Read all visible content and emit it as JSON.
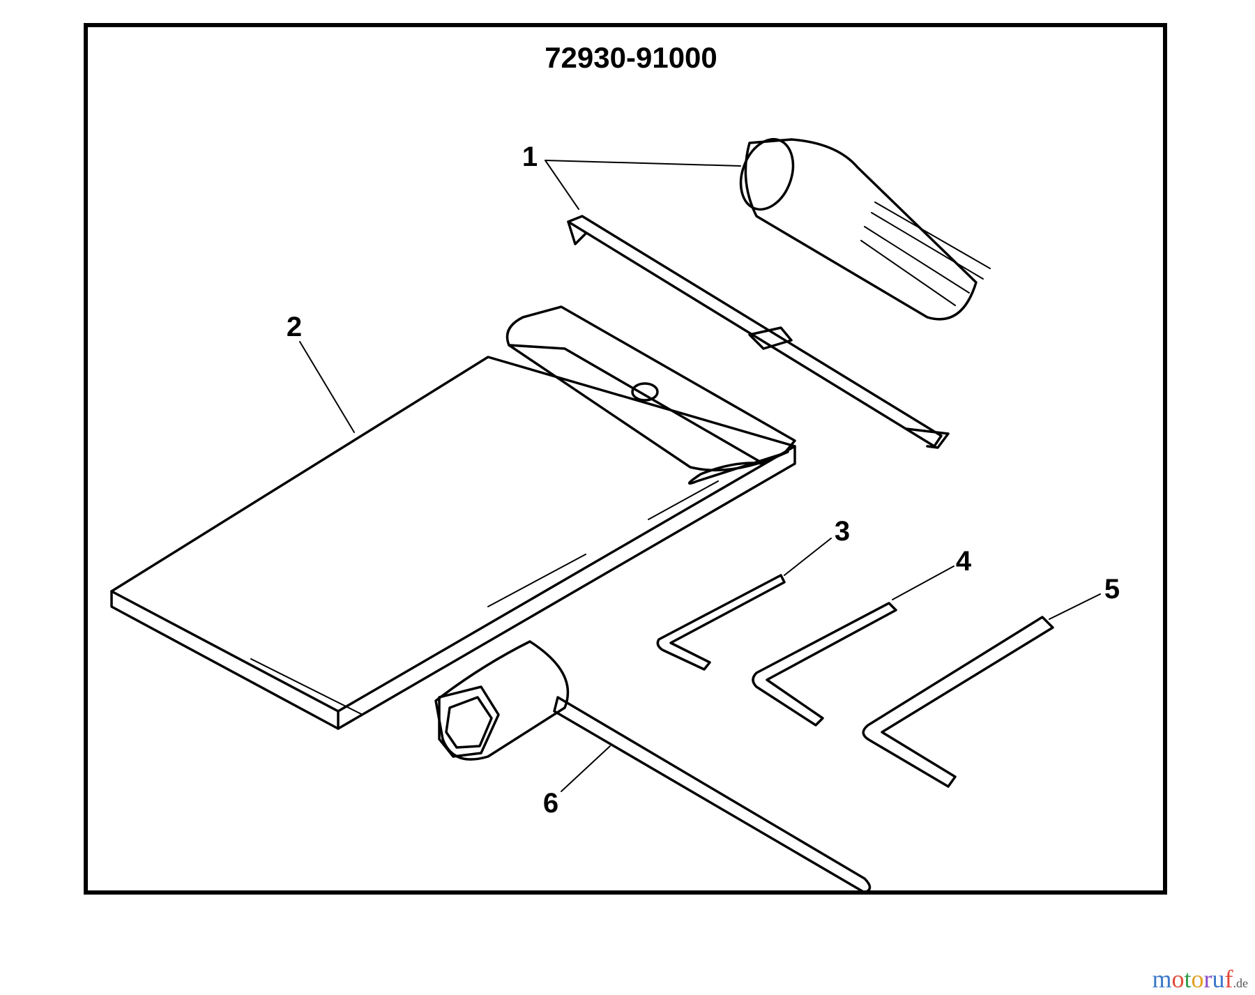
{
  "part_number": "72930-91000",
  "callouts": [
    "1",
    "2",
    "3",
    "4",
    "5",
    "6"
  ],
  "watermark": {
    "text": "motoruf",
    "suffix": ".de",
    "colors": [
      "#3a78c9",
      "#e04a3a",
      "#2f9e48",
      "#e0a020",
      "#8a4ac9",
      "#3a78c9",
      "#e04a3a"
    ]
  }
}
